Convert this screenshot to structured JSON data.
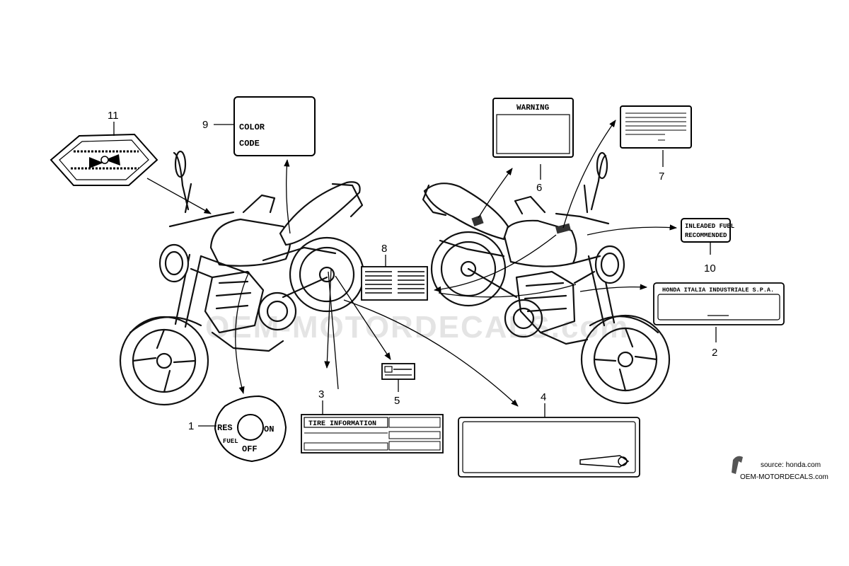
{
  "watermark": {
    "text": "OEM-MOTORDECALS.com"
  },
  "source": {
    "line1": "source: honda.com",
    "line2": "OEM-MOTORDECALS.com"
  },
  "callouts": {
    "n1": "1",
    "n2": "2",
    "n3": "3",
    "n4": "4",
    "n5": "5",
    "n6": "6",
    "n7": "7",
    "n8": "8",
    "n9": "9",
    "n10": "10",
    "n11": "11"
  },
  "labels": {
    "fuel_cap": {
      "res": "RES",
      "on": "ON",
      "fuel": "FUEL",
      "off": "OFF"
    },
    "color_code": {
      "line1": "COLOR",
      "line2": "CODE"
    },
    "warning": {
      "title": "WARNING"
    },
    "unleaded": {
      "line1": "INLEADED FUEL",
      "line2": "RECOMMENDED"
    },
    "honda_italia": {
      "text": "HONDA ITALIA INDUSTRIALE S.P.A."
    },
    "tire_info": {
      "title": "TIRE INFORMATION"
    }
  },
  "icons": [
    "fuel-cap-decal",
    "diamond-emblem",
    "horse-logo-icon"
  ]
}
